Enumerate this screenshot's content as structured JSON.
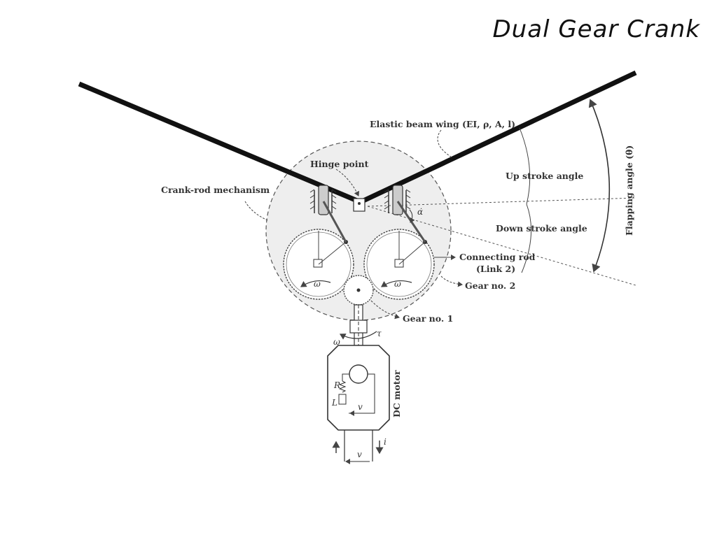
{
  "slide": {
    "title": "Dual Gear Crank"
  },
  "labels": {
    "wing": "Elastic beam wing (EI, ρ, A, l)",
    "hinge": "Hinge point",
    "crank_rod": "Crank-rod mechanism",
    "up_stroke": "Up stroke angle",
    "down_stroke": "Down stroke angle",
    "flapping": "Flapping angle (θ)",
    "connecting_rod": "Connecting rod",
    "link2": "(Link 2)",
    "gear2": "Gear no. 2",
    "gear1": "Gear no. 1",
    "dc_motor": "DC motor"
  },
  "symbols": {
    "omega": "ω",
    "tau": "τ",
    "alpha_dot": "α̇",
    "resistor": "R",
    "inductor": "L",
    "voltage": "v",
    "current": "i"
  },
  "colors": {
    "ink": "#111111",
    "mechanism_fill": "#eeeeee",
    "line": "#444444"
  }
}
